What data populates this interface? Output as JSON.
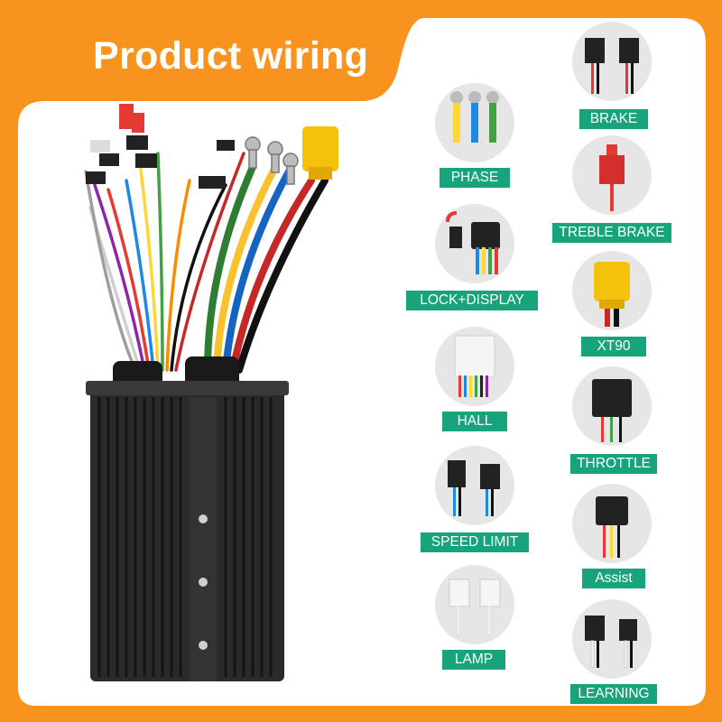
{
  "title": "Product wiring",
  "colors": {
    "accent": "#f7931e",
    "label_bg": "#17a37b",
    "panel": "#ffffff"
  },
  "connectors": [
    {
      "label": "PHASE",
      "icon": "phase-connector-icon"
    },
    {
      "label": "LOCK+DISPLAY",
      "icon": "lock-display-connector-icon"
    },
    {
      "label": "HALL",
      "icon": "hall-connector-icon"
    },
    {
      "label": "SPEED LIMIT",
      "icon": "speed-limit-connector-icon"
    },
    {
      "label": "LAMP",
      "icon": "lamp-connector-icon"
    },
    {
      "label": "BRAKE",
      "icon": "brake-connector-icon"
    },
    {
      "label": "TREBLE BRAKE",
      "icon": "treble-brake-connector-icon"
    },
    {
      "label": "XT90",
      "icon": "xt90-connector-icon"
    },
    {
      "label": "THROTTLE",
      "icon": "throttle-connector-icon"
    },
    {
      "label": "Assist",
      "icon": "assist-connector-icon"
    },
    {
      "label": "LEARNING",
      "icon": "learning-connector-icon"
    }
  ]
}
